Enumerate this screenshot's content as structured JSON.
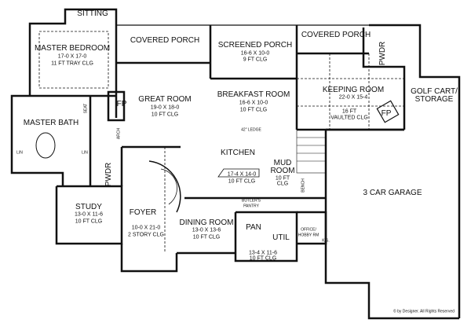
{
  "plan": {
    "rooms": {
      "sitting": {
        "name": "SITTING"
      },
      "master_bedroom": {
        "name": "MASTER BEDROOM",
        "size": "17-0 X 17-0",
        "ceiling": "11 FT TRAY CLG"
      },
      "covered_porch_left": {
        "name": "COVERED PORCH"
      },
      "great_room": {
        "name": "GREAT ROOM",
        "size": "19-0 X 18-0",
        "ceiling": "10 FT CLG"
      },
      "fp_great": {
        "name": "FP"
      },
      "master_bath": {
        "name": "MASTER BATH"
      },
      "screened_porch": {
        "name": "SCREENED PORCH",
        "size": "16-6 X 10-0",
        "ceiling": "9 FT CLG"
      },
      "covered_porch_right": {
        "name": "COVERED PORCH"
      },
      "pwdr_top": {
        "name": "PWDR"
      },
      "keeping_room": {
        "name": "KEEPING ROOM",
        "size": "22-0 X 15-4",
        "ceiling_1": "16 FT",
        "ceiling_2": "VAULTED CLG"
      },
      "fp_keeping": {
        "name": "FP"
      },
      "golf_cart": {
        "name_1": "GOLF CART/",
        "name_2": "STORAGE"
      },
      "breakfast_room": {
        "name": "BREAKFAST ROOM",
        "size": "16-6 X 10-0",
        "ceiling": "10 FT CLG"
      },
      "kitchen": {
        "name": "KITCHEN",
        "size": "17-4 X 14-0",
        "ceiling": "10 FT CLG",
        "ledge": "42\" LEDGE"
      },
      "mud_room": {
        "name_1": "MUD",
        "name_2": "ROOM",
        "ceiling_1": "10 FT",
        "ceiling_2": "CLG",
        "bench": "BENCH"
      },
      "garage": {
        "name": "3 CAR GARAGE"
      },
      "pwdr_left": {
        "name": "PWDR"
      },
      "study": {
        "name": "STUDY",
        "size": "13-0 X 11-6",
        "ceiling": "10 FT CLG"
      },
      "foyer": {
        "name": "FOYER",
        "size": "10-0 X 21-0",
        "ceiling": "2 STORY CLG"
      },
      "dining_room": {
        "name": "DINING ROOM",
        "size": "13-0 X 13-6",
        "ceiling": "10 FT CLG"
      },
      "butlers_pantry": {
        "name_1": "BUTLER'S",
        "name_2": "PANTRY"
      },
      "pan": {
        "name": "PAN"
      },
      "util": {
        "name": "UTIL",
        "size": "13-4 X 11-6",
        "ceiling": "10 FT CLG"
      },
      "office": {
        "name_1": "OFFICE/",
        "name_2": "HOBBY RM",
        "ks": "K.S."
      }
    },
    "annotations": {
      "arch": "ARCH",
      "seat": "SEAT",
      "lin": "LIN"
    },
    "copyright": "© by Designer. All Rights Reserved",
    "colors": {
      "wall": "#111111",
      "background": "#ffffff"
    }
  }
}
